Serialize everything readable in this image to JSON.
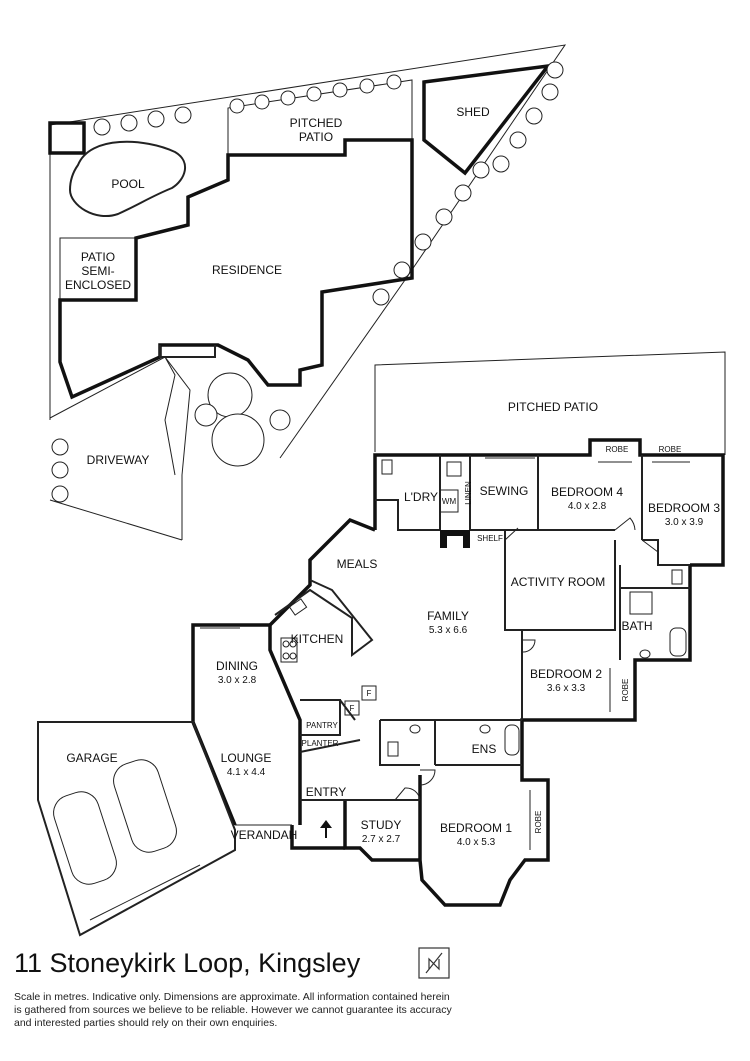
{
  "title": "11 Stoneykirk Loop, Kingsley",
  "disclaimer": "Scale in metres. Indicative only. Dimensions are approximate. All information contained herein is gathered from sources we believe to be reliable. However we cannot guarantee its accuracy and interested parties should rely on their own enquiries.",
  "site": {
    "pool": "POOL",
    "pitched_patio_line1": "PITCHED",
    "pitched_patio_line2": "PATIO",
    "shed": "SHED",
    "patio_line1": "PATIO",
    "patio_line2": "SEMI-",
    "patio_line3": "ENCLOSED",
    "residence": "RESIDENCE",
    "driveway": "DRIVEWAY"
  },
  "rooms": {
    "pitched_patio": "PITCHED PATIO",
    "robe_b4": "ROBE",
    "robe_b3": "ROBE",
    "laundry": "L'DRY",
    "wm": "WM",
    "linen": "LINEN",
    "sewing": "SEWING",
    "bedroom4_name": "BEDROOM 4",
    "bedroom4_dim": "4.0 x 2.8",
    "bedroom3_name": "BEDROOM 3",
    "bedroom3_dim": "3.0 x 3.9",
    "shelf": "SHELF",
    "meals": "MEALS",
    "activity": "ACTIVITY ROOM",
    "family_name": "FAMILY",
    "family_dim": "5.3 x 6.6",
    "kitchen": "KITCHEN",
    "bath": "BATH",
    "dining_name": "DINING",
    "dining_dim": "3.0 x 2.8",
    "bedroom2_name": "BEDROOM 2",
    "bedroom2_dim": "3.6 x 3.3",
    "robe_b2": "ROBE",
    "fridge1": "F",
    "fridge2": "F",
    "pantry": "PANTRY",
    "planter": "PLANTER",
    "ens": "ENS",
    "garage": "GARAGE",
    "lounge_name": "LOUNGE",
    "lounge_dim": "4.1 x 4.4",
    "entry": "ENTRY",
    "study_name": "STUDY",
    "study_dim": "2.7 x 2.7",
    "bedroom1_name": "BEDROOM 1",
    "bedroom1_dim": "4.0 x 5.3",
    "robe_b1": "ROBE",
    "verandah": "VERANDAH"
  }
}
